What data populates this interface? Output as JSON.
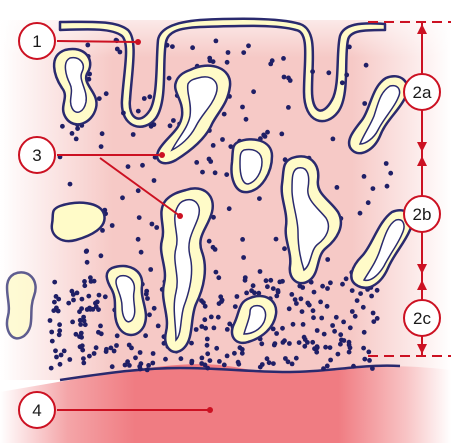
{
  "callouts": [
    {
      "id": "1",
      "label": "1"
    },
    {
      "id": "3",
      "label": "3"
    },
    {
      "id": "4",
      "label": "4"
    },
    {
      "id": "2a",
      "label": "2a"
    },
    {
      "id": "2b",
      "label": "2b"
    },
    {
      "id": "2c",
      "label": "2c"
    }
  ],
  "colors": {
    "tissue_pink": "#f6c9c6",
    "basal_red": "#f07c82",
    "gland_cream": "#fffbc8",
    "gland_outline": "#2a2a6e",
    "dot_navy": "#1f1f66",
    "leader_red": "#cc1122"
  }
}
